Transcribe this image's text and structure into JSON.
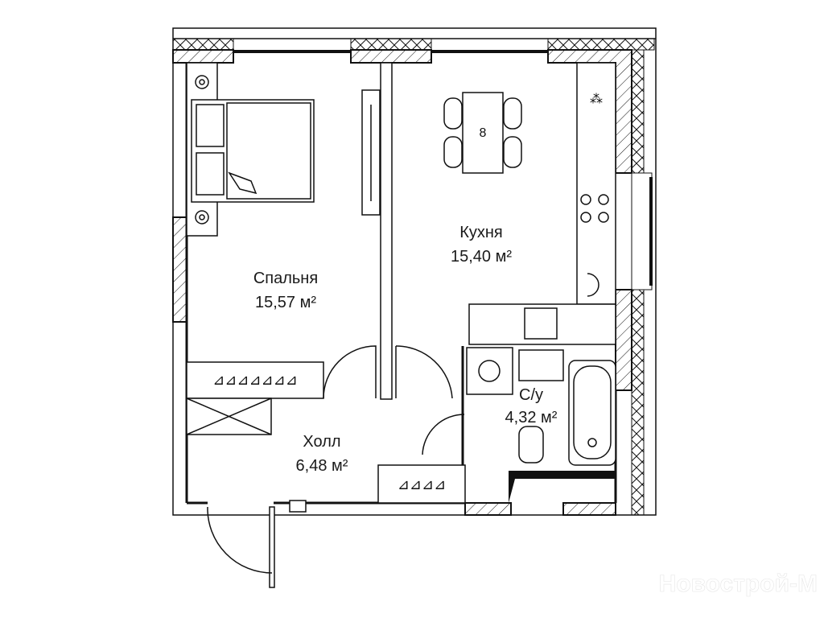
{
  "rooms": {
    "bedroom": {
      "name": "Спальня",
      "area": "15,57 м²"
    },
    "kitchen": {
      "name": "Кухня",
      "area": "15,40 м²"
    },
    "hall": {
      "name": "Холл",
      "area": "6,48 м²"
    },
    "bathroom": {
      "name": "С/у",
      "area": "4,32 м²"
    }
  },
  "watermark": "Новострой-М"
}
